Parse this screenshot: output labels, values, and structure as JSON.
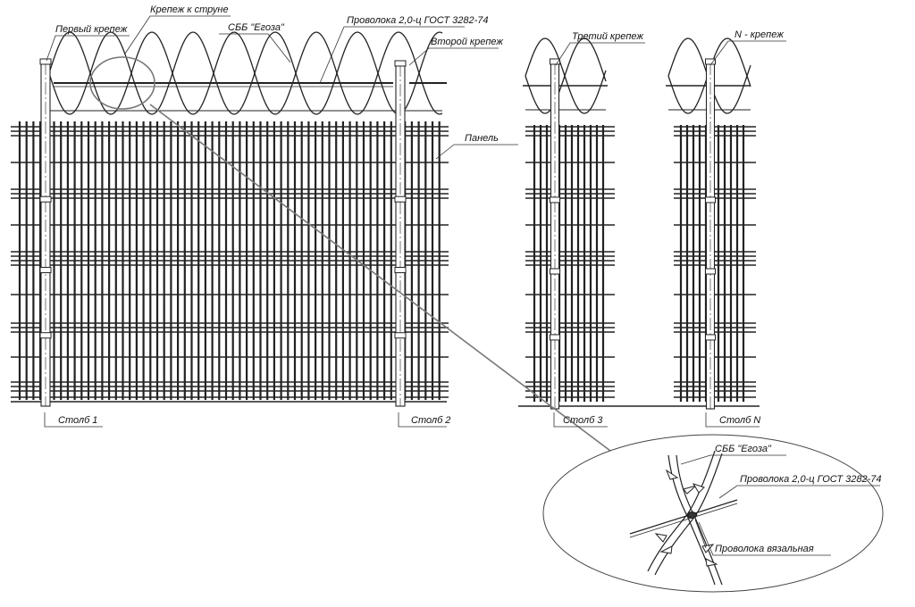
{
  "labels": {
    "first_fastener": "Первый крепеж",
    "string_fastener": "Крепеж к струне",
    "sbb_egoza": "СББ \"Егоза\"",
    "wire_top": "Проволока 2,0-ц ГОСТ 3282-74",
    "second_fastener": "Второй крепеж",
    "third_fastener": "Третий крепеж",
    "n_fastener": "N - крепеж",
    "panel": "Панель",
    "post_1": "Столб 1",
    "post_2": "Столб 2",
    "post_3": "Столб 3",
    "post_n": "Столб N",
    "detail_sbb": "СББ \"Егоза\"",
    "detail_wire": "Проволока 2,0-ц ГОСТ 3282-74",
    "detail_binding": "Проволока вязальная"
  },
  "colors": {
    "line": "#222222",
    "leader": "#333333",
    "callout": "#777777",
    "background": "#ffffff"
  }
}
